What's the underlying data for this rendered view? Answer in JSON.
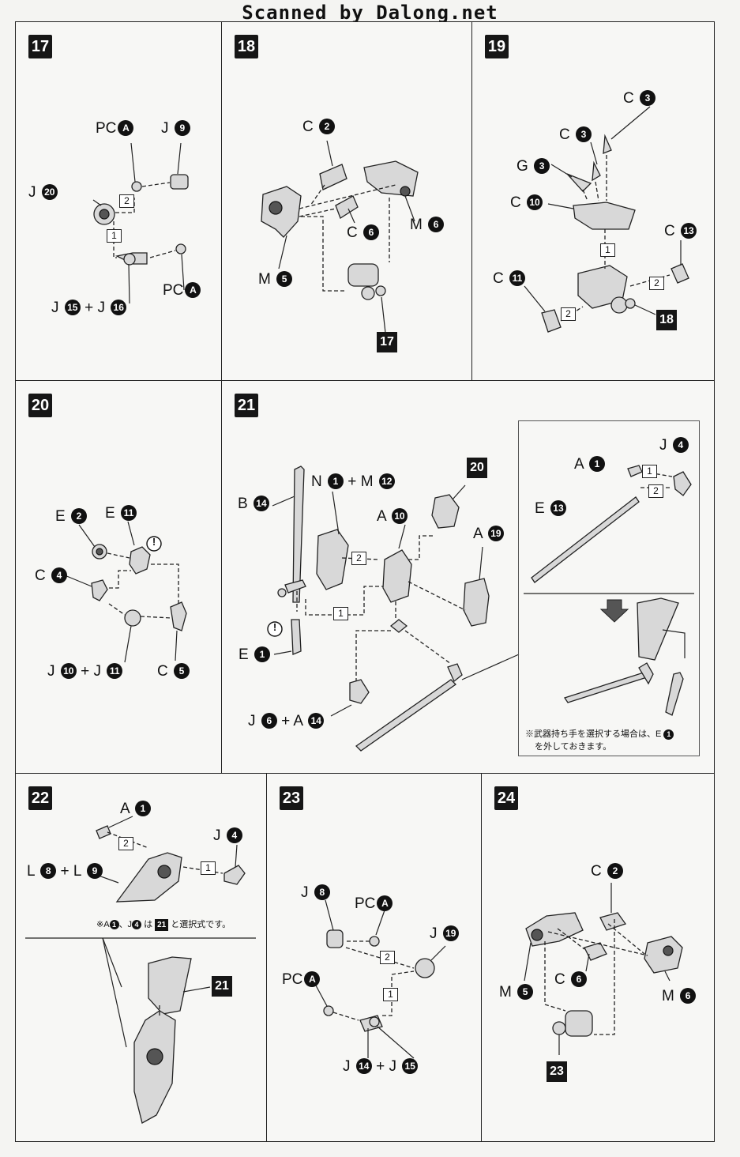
{
  "header": "Scanned by Dalong.net",
  "steps": {
    "s17": {
      "num": "17",
      "pc_a_top": "PC",
      "a": "A",
      "j9_l": "J",
      "j9": "9",
      "j20_l": "J",
      "j20": "20",
      "pc_a_bot": "PC",
      "j15_l": "J",
      "j15": "15",
      "plus": "+",
      "j16_l": "J",
      "j16": "16",
      "n1": "1",
      "n2": "2"
    },
    "s18": {
      "num": "18",
      "c2_l": "C",
      "c2": "2",
      "c6_l": "C",
      "c6": "6",
      "m6_l": "M",
      "m6": "6",
      "m5_l": "M",
      "m5": "5",
      "ref": "17"
    },
    "s19": {
      "num": "19",
      "c3a_l": "C",
      "c3a": "3",
      "c3b_l": "C",
      "c3b": "3",
      "g3_l": "G",
      "g3": "3",
      "c10_l": "C",
      "c10": "10",
      "c13_l": "C",
      "c13": "13",
      "c11_l": "C",
      "c11": "11",
      "ref": "18",
      "n1": "1",
      "n2a": "2",
      "n2b": "2"
    },
    "s20": {
      "num": "20",
      "e2_l": "E",
      "e2": "2",
      "e11_l": "E",
      "e11": "11",
      "c4_l": "C",
      "c4": "4",
      "j10_l": "J",
      "j10": "10",
      "plus": "+",
      "j11_l": "J",
      "j11": "11",
      "c5_l": "C",
      "c5": "5",
      "excl": "!"
    },
    "s21": {
      "num": "21",
      "b14_l": "B",
      "b14": "14",
      "n1_l": "N",
      "n1": "1",
      "plus": "+",
      "m12_l": "M",
      "m12": "12",
      "a10_l": "A",
      "a10": "10",
      "ref": "20",
      "a19_l": "A",
      "a19": "19",
      "e1_l": "E",
      "e1": "1",
      "j6_l": "J",
      "j6": "6",
      "plus2": "+",
      "a14_l": "A",
      "a14": "14",
      "n1b": "1",
      "n2b": "2",
      "excl": "!",
      "inset": {
        "a1_l": "A",
        "a1": "1",
        "j4_l": "J",
        "j4": "4",
        "e13_l": "E",
        "e13": "13",
        "n1": "1",
        "n2": "2",
        "note_l1": "※武器持ち手を選択する場合は、E",
        "note_n": "1",
        "note_l2": "を外しておきます。"
      }
    },
    "s22": {
      "num": "22",
      "a1_l": "A",
      "a1": "1",
      "j4_l": "J",
      "j4": "4",
      "l8_l": "L",
      "l8": "8",
      "plus": "+",
      "l9_l": "L",
      "l9": "9",
      "n1": "1",
      "n2": "2",
      "note_a": "※A",
      "note_n1": "1",
      "note_sep": "、J",
      "note_n4": "4",
      "note_wa": "は",
      "note_ref": "21",
      "note_end": "と選択式です。",
      "ref": "21"
    },
    "s23": {
      "num": "23",
      "j8_l": "J",
      "j8": "8",
      "pc_a_top": "PC",
      "a": "A",
      "j19_l": "J",
      "j19": "19",
      "pc_a_bot": "PC",
      "j14_l": "J",
      "j14": "14",
      "plus": "+",
      "j15_l": "J",
      "j15": "15",
      "n1": "1",
      "n2": "2"
    },
    "s24": {
      "num": "24",
      "c2_l": "C",
      "c2": "2",
      "c6_l": "C",
      "c6": "6",
      "m5_l": "M",
      "m5": "5",
      "m6_l": "M",
      "m6": "6",
      "ref": "23"
    }
  }
}
